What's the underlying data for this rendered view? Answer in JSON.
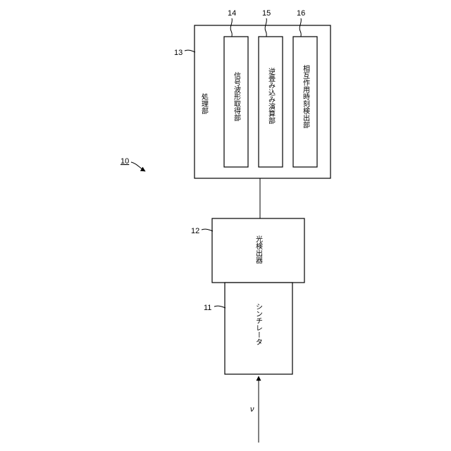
{
  "figure": {
    "system_ref": "10",
    "input_symbol": "ν"
  },
  "blocks": {
    "scintillator": {
      "ref": "11",
      "label": "シンチレータ"
    },
    "photodetector": {
      "ref": "12",
      "label": "光検出器"
    },
    "processing": {
      "ref": "13",
      "label": "処理部"
    },
    "signal_waveform": {
      "ref": "14",
      "label": "信号波形取得部"
    },
    "deconvolution": {
      "ref": "15",
      "label": "逆畳み込み演算部"
    },
    "interaction_time": {
      "ref": "16",
      "label": "相互作用時刻検出部"
    }
  }
}
